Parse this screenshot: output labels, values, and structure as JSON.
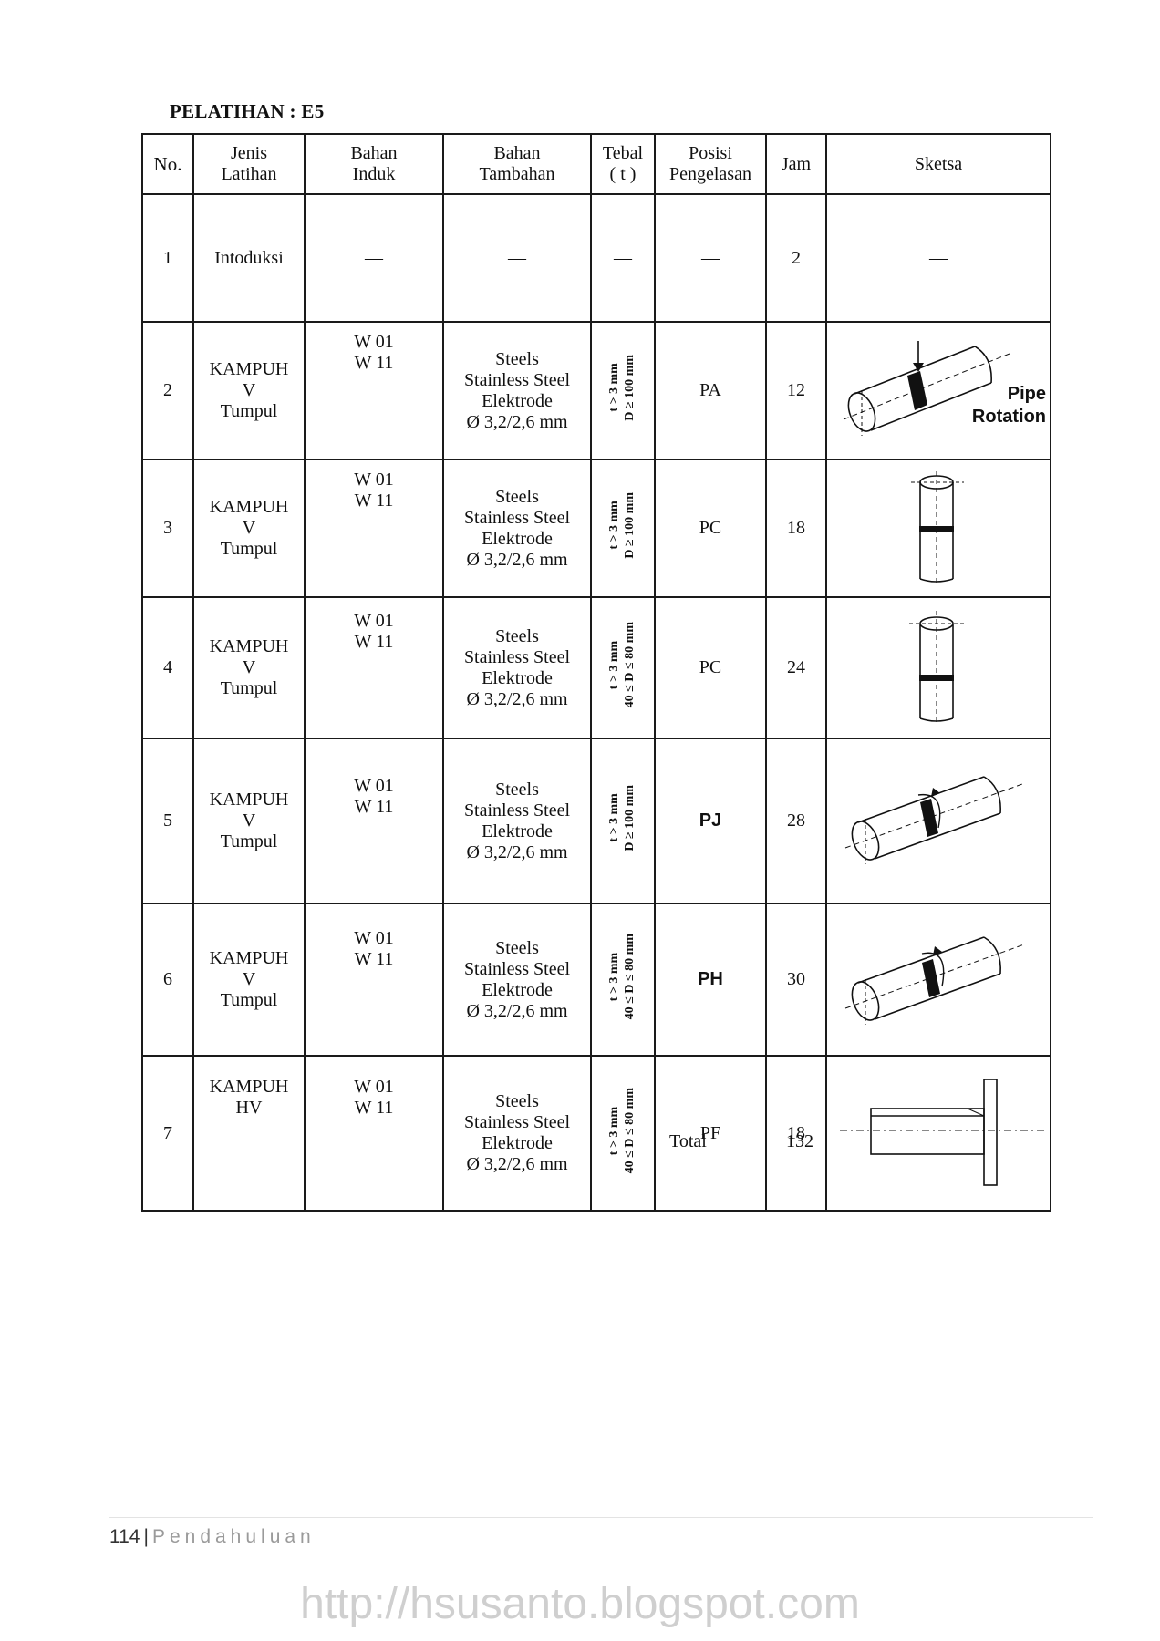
{
  "title": "PELATIHAN : E5",
  "headers": {
    "no": "No.",
    "jenis": [
      "Jenis",
      "Latihan"
    ],
    "induk": [
      "Bahan",
      "Induk"
    ],
    "tambahan": [
      "Bahan",
      "Tambahan"
    ],
    "tebal": [
      "Tebal",
      "( t )"
    ],
    "posisi": [
      "Posisi",
      "Pengelasan"
    ],
    "jam": "Jam",
    "sketsa": "Sketsa"
  },
  "rows": [
    {
      "no": "1",
      "jenis": [
        "Intoduksi"
      ],
      "induk": [
        "—"
      ],
      "tambahan": [
        "—"
      ],
      "tebal": [
        "—"
      ],
      "posisi": "—",
      "jam": "2",
      "sketch": "—"
    },
    {
      "no": "2",
      "jenis": [
        "KAMPUH",
        "V",
        "Tumpul"
      ],
      "induk": [
        "W 01",
        "W 11"
      ],
      "tambahan": [
        "Steels",
        "Stainless Steel",
        "Elektrode",
        "Ø 3,2/2,6 mm"
      ],
      "tebal": [
        "t > 3 mm",
        "D ≥ 100 mm"
      ],
      "posisi": "PA",
      "jam": "12",
      "sketch": "pipe-rotation-horizontal",
      "sketch_label": [
        "Pipe",
        "Rotation"
      ]
    },
    {
      "no": "3",
      "jenis": [
        "KAMPUH",
        "V",
        "Tumpul"
      ],
      "induk": [
        "W 01",
        "W 11"
      ],
      "tambahan": [
        "Steels",
        "Stainless Steel",
        "Elektrode",
        "Ø 3,2/2,6 mm"
      ],
      "tebal": [
        "t > 3 mm",
        "D ≥ 100 mm"
      ],
      "posisi": "PC",
      "jam": "18",
      "sketch": "pipe-vertical"
    },
    {
      "no": "4",
      "jenis": [
        "KAMPUH",
        "V",
        "Tumpul"
      ],
      "induk": [
        "W 01",
        "W 11"
      ],
      "tambahan": [
        "Steels",
        "Stainless Steel",
        "Elektrode",
        "Ø 3,2/2,6 mm"
      ],
      "tebal": [
        "t > 3 mm",
        "40 ≤ D ≤ 80 mm"
      ],
      "posisi": "PC",
      "jam": "24",
      "sketch": "pipe-vertical"
    },
    {
      "no": "5",
      "jenis": [
        "KAMPUH",
        "V",
        "Tumpul"
      ],
      "induk": [
        "W 01",
        "W 11"
      ],
      "tambahan": [
        "Steels",
        "Stainless Steel",
        "Elektrode",
        "Ø 3,2/2,6 mm"
      ],
      "tebal": [
        "t > 3 mm",
        "D ≥ 100 mm"
      ],
      "posisi": "PJ",
      "jam": "28",
      "sketch": "pipe-fixed-horizontal"
    },
    {
      "no": "6",
      "jenis": [
        "KAMPUH",
        "V",
        "Tumpul"
      ],
      "induk": [
        "W 01",
        "W 11"
      ],
      "tambahan": [
        "Steels",
        "Stainless Steel",
        "Elektrode",
        "Ø 3,2/2,6 mm"
      ],
      "tebal": [
        "t > 3 mm",
        "40 ≤ D ≤ 80 mm"
      ],
      "posisi": "PH",
      "jam": "30",
      "sketch": "pipe-fixed-horizontal"
    },
    {
      "no": "7",
      "jenis": [
        "KAMPUH",
        "HV"
      ],
      "induk": [
        "W 01",
        "W 11"
      ],
      "tambahan": [
        "Steels",
        "Stainless Steel",
        "Elektrode",
        "Ø 3,2/2,6 mm"
      ],
      "tebal": [
        "t > 3 mm",
        "40 ≤ D ≤ 80 mm"
      ],
      "posisi": "PF",
      "jam": "18",
      "sketch": "pipe-flange"
    }
  ],
  "total": {
    "label": "Total",
    "value": "132"
  },
  "footer": {
    "page_number": "114",
    "separator": "|",
    "section": "Pendahuluan"
  },
  "watermark": "http://hsusanto.blogspot.com"
}
